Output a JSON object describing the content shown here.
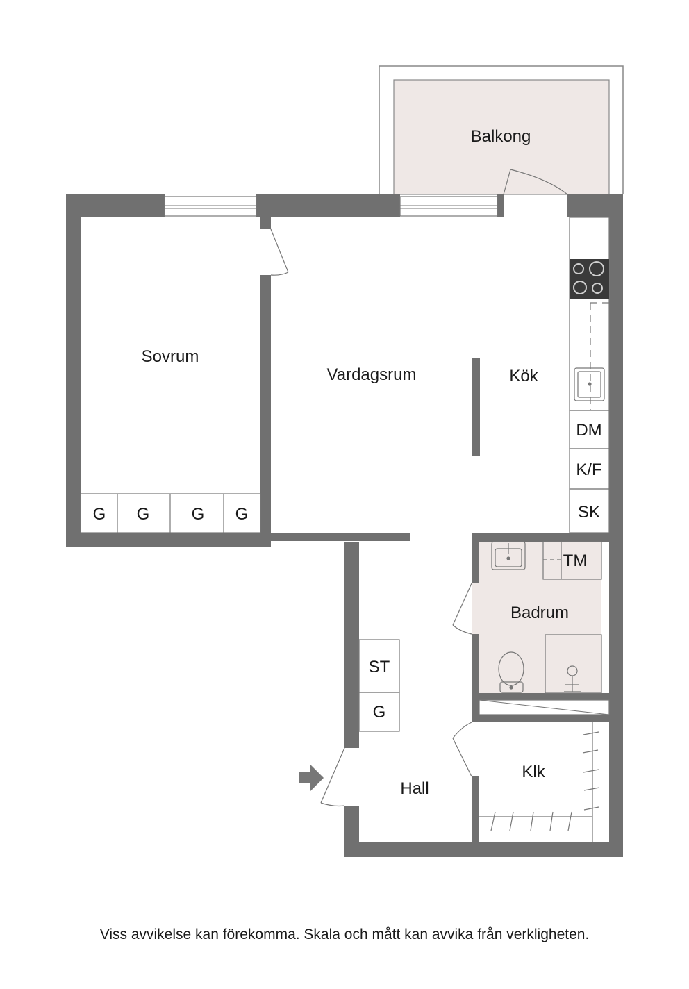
{
  "colors": {
    "wall": "#707070",
    "balcony_fill": "#efe8e6",
    "bathroom_fill": "#efe8e6",
    "line": "#777777",
    "stove": "#3a3a3a"
  },
  "rooms": {
    "balkong": "Balkong",
    "sovrum": "Sovrum",
    "vardagsrum": "Vardagsrum",
    "kok": "Kök",
    "badrum": "Badrum",
    "hall": "Hall",
    "klk": "Klk"
  },
  "fixtures": {
    "wardrobe_sovrum": [
      "G",
      "G",
      "G",
      "G"
    ],
    "dishwasher": "DM",
    "fridge_freezer": "K/F",
    "cabinet_sk": "SK",
    "washing_machine": "TM",
    "storage_st": "ST",
    "wardrobe_hall": "G"
  },
  "icons": [
    "entrance-arrow-icon",
    "stove-icon",
    "sink-icon",
    "toilet-icon",
    "shower-icon",
    "washbasin-icon"
  ],
  "disclaimer": "Viss avvikelse kan förekomma. Skala och mått kan avvika från verkligheten."
}
